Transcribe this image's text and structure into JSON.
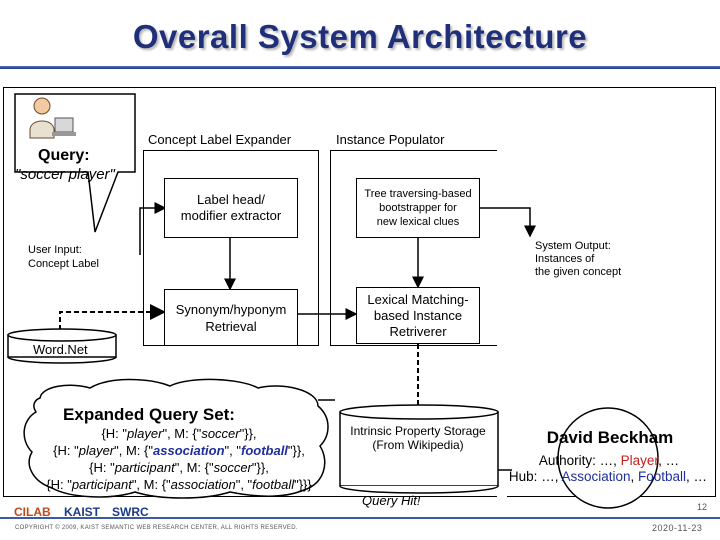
{
  "title": "Overall System Architecture",
  "query": {
    "label": "Query:",
    "text": "\"soccer player\""
  },
  "user_input": {
    "line1": "User Input:",
    "line2": "Concept Label"
  },
  "system_output": {
    "line1": "System Output:",
    "line2": "Instances of",
    "line3": "the given concept"
  },
  "expander": {
    "title": "Concept Label Expander",
    "box1_line1": "Label head/",
    "box1_line2": "modifier extractor",
    "box2_line1": "Synonym/hyponym",
    "box2_line2": "Retrieval"
  },
  "populator": {
    "title": "Instance Populator",
    "box1_line1": "Tree traversing-based",
    "box1_line2": "bootstrapper for",
    "box1_line3": "new lexical clues",
    "box2_line1": "Lexical Matching-",
    "box2_line2": "based Instance",
    "box2_line3": "Retriverer"
  },
  "wordnet": "Word.Net",
  "expanded_query": {
    "title": "Expanded Query Set:",
    "l1_a": "{H: \"",
    "l1_b": "player",
    "l1_c": "\", M: {\"",
    "l1_d": "soccer",
    "l1_e": "\"}},",
    "l2_a": "{H: \"",
    "l2_b": "player",
    "l2_c": "\", M: {\"",
    "l2_d": "association",
    "l2_e": "\", \"",
    "l2_f": "football",
    "l2_g": "\"}},",
    "l3_a": "{H: \"",
    "l3_b": "participant",
    "l3_c": "\", M: {\"",
    "l3_d": "soccer",
    "l3_e": "\"}},",
    "l4_a": "{H: \"",
    "l4_b": "participant",
    "l4_c": "\", M: {\"",
    "l4_d": "association",
    "l4_e": "\", \"",
    "l4_f": "football",
    "l4_g": "\"}}}"
  },
  "storage": {
    "line1": "Intrinsic Property Storage",
    "line2": "(From Wikipedia)"
  },
  "query_hit": "Query Hit!",
  "result": {
    "name": "David Beckham",
    "auth_a": "Authority: …, ",
    "auth_b": "Player",
    "auth_c": ", …",
    "hub_a": "Hub: …, ",
    "hub_b": "Association",
    "hub_c": ", ",
    "hub_d": "Football",
    "hub_e": ", …"
  },
  "footer": {
    "logo1": "CILAB",
    "logo2": "KAIST",
    "logo3": "SWRC",
    "copyright": "COPYRIGHT © 2009, KAIST SEMANTIC WEB RESEARCH CENTER, ALL RIGHTS RESERVED.",
    "page": "12",
    "date": "2020-11-23"
  }
}
